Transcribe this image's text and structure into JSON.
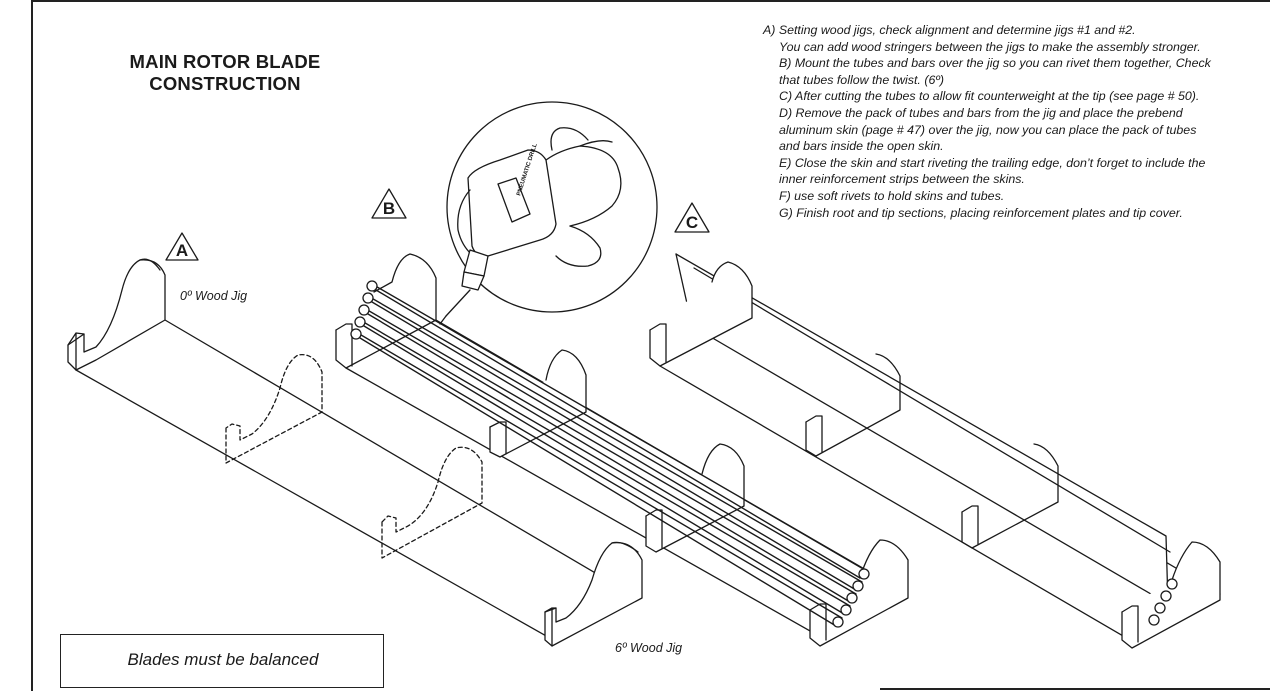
{
  "title": {
    "line1": "MAIN ROTOR BLADE",
    "line2": "CONSTRUCTION"
  },
  "instructions": {
    "a_line1": "A) Setting wood jigs, check alignment and determine jigs #1 and #2.",
    "a_line2": "You can add wood stringers  between the jigs to make the assembly stronger.",
    "b_line1": "B) Mount the tubes and bars over the jig so you can rivet them together, Check",
    "b_line2": "that tubes follow the twist. (6º)",
    "c_line1": "C) After cutting the tubes to allow fit counterweight at  the tip (see page # 50).",
    "d_line1": "D) Remove the pack of tubes and bars from the jig and place the prebend",
    "d_line2": "aluminum skin (page # 47) over the jig, now you can place the pack of tubes",
    "d_line3": "and bars inside the open skin.",
    "e_line1": "E) Close the skin and start riveting the trailing edge, don’t forget to include the",
    "e_line2": "inner reinforcement strips between the skins.",
    "f_line1": "F) use soft rivets to hold skins and tubes.",
    "g_line1": "G) Finish root and tip sections, placing reinforcement plates and tip cover."
  },
  "step_markers": {
    "a": "A",
    "b": "B",
    "c": "C"
  },
  "captions": {
    "zero_jig": "0º Wood Jig",
    "six_jig": "6º Wood Jig"
  },
  "note": "Blades must be balanced",
  "drill_label": "PNEUMATIC DRILL",
  "colors": {
    "ink": "#1a1a1a",
    "paper": "#ffffff"
  }
}
